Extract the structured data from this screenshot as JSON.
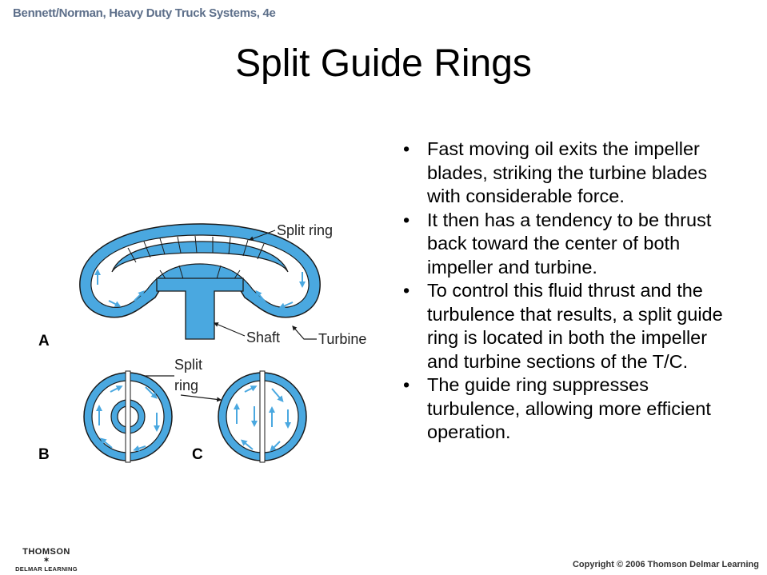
{
  "header": {
    "book_title": "Bennett/Norman, Heavy Duty Truck Systems, 4e"
  },
  "slide": {
    "title": "Split Guide Rings",
    "bullets": [
      {
        "marker": "•",
        "text": "Fast moving oil exits the impeller blades, striking the turbine blades with considerable force."
      },
      {
        "marker": "•",
        "text": "It then has a tendency to be thrust back toward the center of both impeller and  turbine."
      },
      {
        "marker": "•",
        "text": "To control this fluid thrust and the turbulence that results, a split guide ring is located in both the impeller and turbine sections of the T/C."
      },
      {
        "marker": "•",
        "text": "The guide ring suppresses turbulence, allowing more efficient operation."
      }
    ]
  },
  "figure": {
    "label_split_ring": "Split ring",
    "label_shaft": "Shaft",
    "label_turbine": "Turbine",
    "label_split_ring_b_line1": "Split",
    "label_split_ring_b_line2": "ring",
    "letter_a": "A",
    "letter_b": "B",
    "letter_c": "C",
    "colors": {
      "fluid_blue": "#4aa8e0",
      "light_blue": "#bfe0f5",
      "outline": "#1a1a1a"
    }
  },
  "footer": {
    "publisher_line1": "THOMSON",
    "publisher_star": "✶",
    "publisher_line2": "DELMAR LEARNING",
    "copyright": "Copyright © 2006 Thomson Delmar Learning"
  }
}
